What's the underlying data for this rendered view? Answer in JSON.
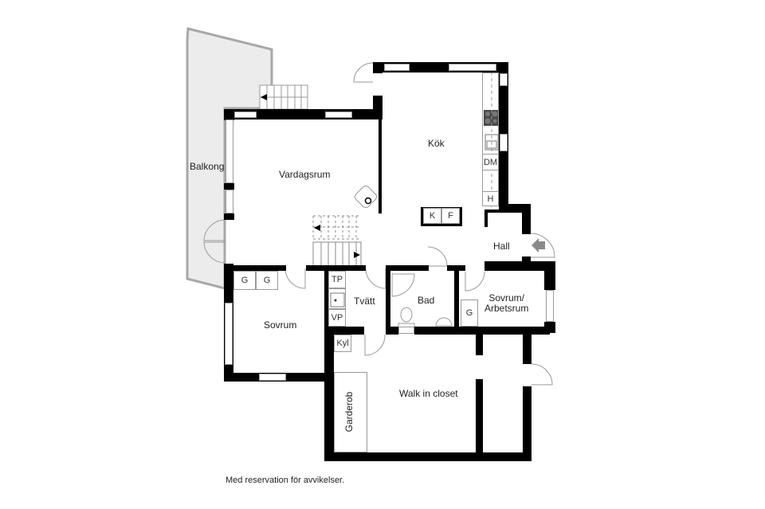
{
  "floorplan": {
    "rooms": {
      "balkong": "Balkong",
      "vardagsrum": "Vardagsrum",
      "kok": "Kök",
      "hall": "Hall",
      "sovrum": "Sovrum",
      "tvatt": "Tvätt",
      "bad": "Bad",
      "sovrum_arbetsrum_1": "Sovrum/",
      "sovrum_arbetsrum_2": "Arbetsrum",
      "walk_in_closet": "Walk in closet",
      "garderob": "Garderob"
    },
    "fixtures": {
      "kitchen_dm": "DM",
      "kitchen_h": "H",
      "island_k": "K",
      "island_f": "F",
      "sovrum_g1": "G",
      "sovrum_g2": "G",
      "tvatt_tp": "TP",
      "tvatt_vp": "VP",
      "kyl": "Kyl",
      "arbetsrum_g": "G"
    },
    "colors": {
      "wall": "#000000",
      "balcony_fill": "#ececec",
      "balcony_border": "#a8a8a8",
      "fixture_line": "#9a9a9a",
      "entrance_arrow": "#8a8a8a",
      "stove": "#4a4a4a"
    }
  },
  "footer": {
    "disclaimer": "Med reservation för avvikelser."
  }
}
